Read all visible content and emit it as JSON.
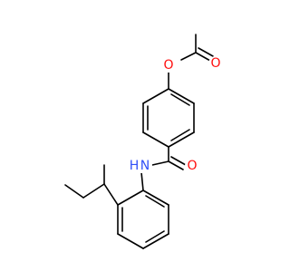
{
  "molecule": {
    "atoms": {
      "o_ester": {
        "label": "O",
        "color": "#ff0d0d"
      },
      "o_carbonyl_ester": {
        "label": "O",
        "color": "#ff0d0d"
      },
      "o_amide": {
        "label": "O",
        "color": "#ff0d0d"
      },
      "n_amide": {
        "label": "N",
        "color": "#3050f8"
      },
      "h_amide": {
        "label": "H",
        "color": "#3050f8"
      }
    },
    "bond_color": "#000000"
  }
}
